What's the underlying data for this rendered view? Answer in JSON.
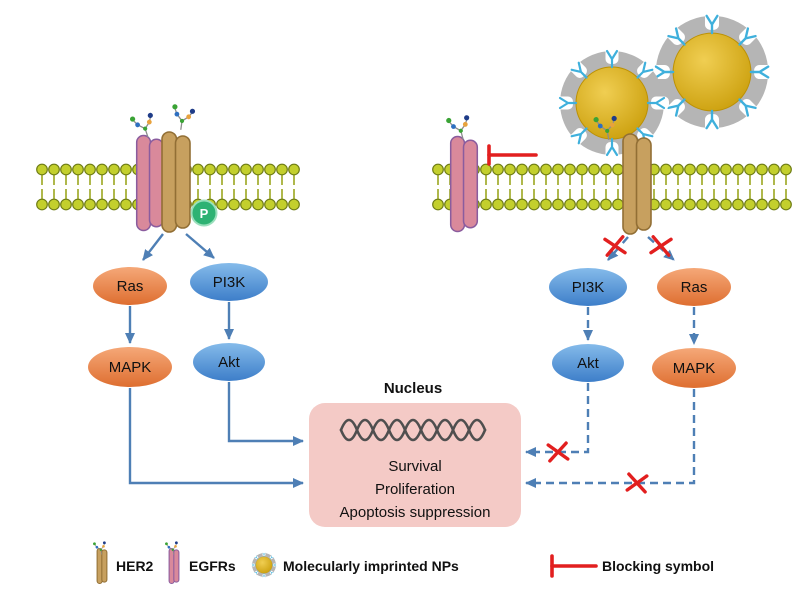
{
  "left_pathway": {
    "ras": "Ras",
    "pi3k": "PI3K",
    "mapk": "MAPK",
    "akt": "Akt"
  },
  "right_pathway": {
    "pi3k": "PI3K",
    "ras": "Ras",
    "akt": "Akt",
    "mapk": "MAPK"
  },
  "receptor": {
    "phospho": "P"
  },
  "nucleus": {
    "title": "Nucleus",
    "effects": [
      "Survival",
      "Proliferation",
      "Apoptosis suppression"
    ]
  },
  "legend": {
    "her2": "HER2",
    "egfrs": "EGFRs",
    "nps": "Molecularly imprinted NPs",
    "blocking": "Blocking symbol"
  },
  "colors": {
    "ras_mapk_fill": "#E8834E",
    "pi3k_akt_fill": "#4E94D6",
    "arrow_blue": "#4E7FB5",
    "blocked_red": "#E21F1F",
    "nucleus_fill": "#F4CAC6",
    "phospho_green": "#2EB273",
    "np_core_gold": "#D2A206",
    "np_ring_gray": "#B5B5B5",
    "membrane_head_green": "#C3CF2D",
    "her2_tan": "#C7A05F",
    "egfr_pink": "#D9899B",
    "antibody_cyan": "#3FB0DC",
    "dna_gray": "#4F4F4F"
  }
}
